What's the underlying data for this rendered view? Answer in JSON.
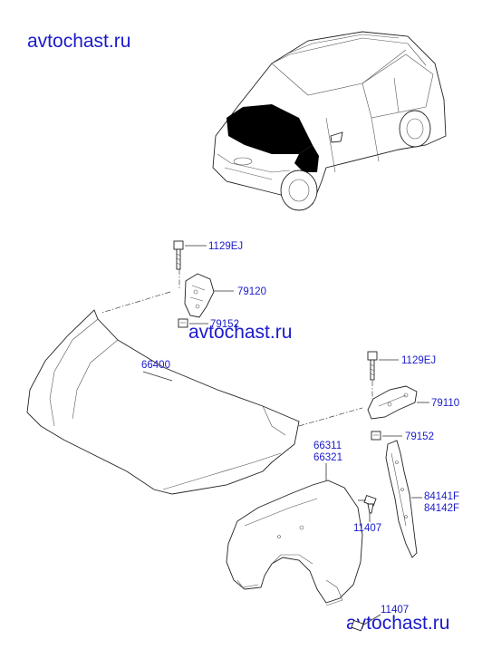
{
  "watermarks": [
    "avtochast.ru",
    "avtochast.ru",
    "avtochast.ru"
  ],
  "labels": {
    "bolt_top": "1129EJ",
    "hinge_left": "79120",
    "nut_left": "79152",
    "hood": "66400",
    "bolt_right": "1129EJ",
    "hinge_right": "79110",
    "nut_right": "79152",
    "fender_1": "66311",
    "fender_2": "66321",
    "seal_1": "84141F",
    "seal_2": "84142F",
    "screw_mid": "11407",
    "screw_bottom": "11407"
  },
  "colors": {
    "label": "#1a1acc",
    "line": "#222222",
    "highlight": "#000000"
  }
}
